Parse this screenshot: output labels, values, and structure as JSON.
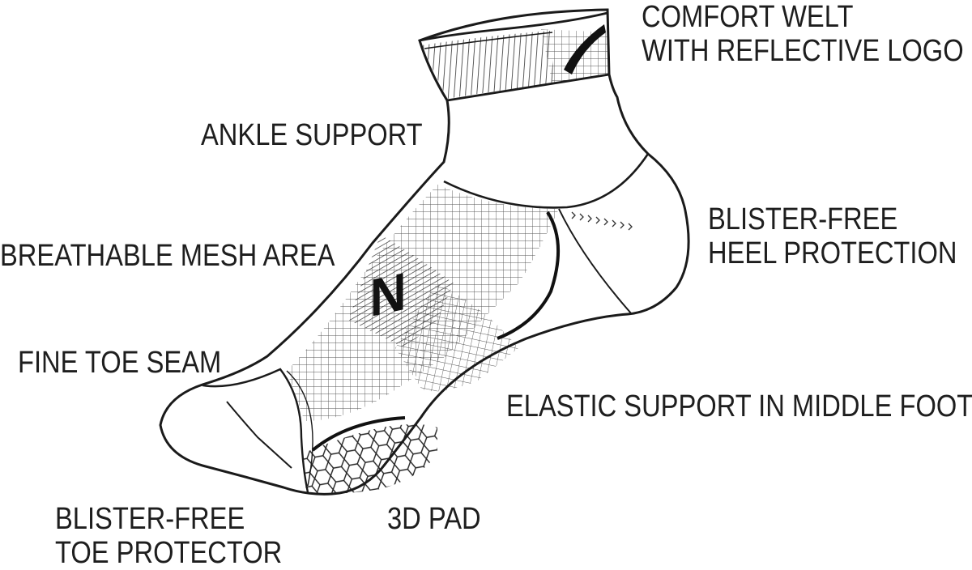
{
  "labels": {
    "comfort_welt": [
      "COMFORT WELT",
      "WITH REFLECTIVE LOGO"
    ],
    "ankle_support": [
      "ANKLE SUPPORT"
    ],
    "heel_protection": [
      "BLISTER-FREE",
      "HEEL PROTECTION"
    ],
    "mesh_area": [
      "BREATHABLE MESH AREA"
    ],
    "toe_seam": [
      "FINE TOE SEAM"
    ],
    "elastic_support": [
      "ELASTIC SUPPORT IN MIDDLE FOOT"
    ],
    "toe_protector": [
      "BLISTER-FREE",
      "TOE PROTECTOR"
    ],
    "pad_3d": [
      "3D PAD"
    ]
  },
  "logo_letter": "N",
  "colors": {
    "outline": "#1a1a1a",
    "pattern": "#444444",
    "text": "#1e1e1e",
    "background": "#ffffff"
  }
}
